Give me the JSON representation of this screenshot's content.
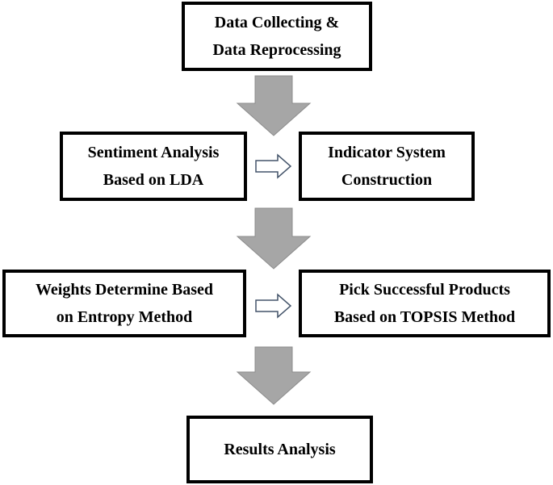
{
  "boxes": {
    "data_collecting": {
      "line1": "Data Collecting &",
      "line2": "Data Reprocessing"
    },
    "sentiment_analysis": {
      "line1": "Sentiment Analysis",
      "line2": "Based on LDA"
    },
    "indicator_system": {
      "line1": "Indicator System",
      "line2": "Construction"
    },
    "weights_determine": {
      "line1": "Weights Determine Based",
      "line2": "on Entropy Method"
    },
    "pick_products": {
      "line1": "Pick Successful Products",
      "line2": "Based on TOPSIS Method"
    },
    "results_analysis": {
      "line1": "Results Analysis"
    }
  },
  "colors": {
    "border": "#000000",
    "down_arrow_fill": "#a6a6a6",
    "side_arrow_stroke": "#44546a"
  }
}
